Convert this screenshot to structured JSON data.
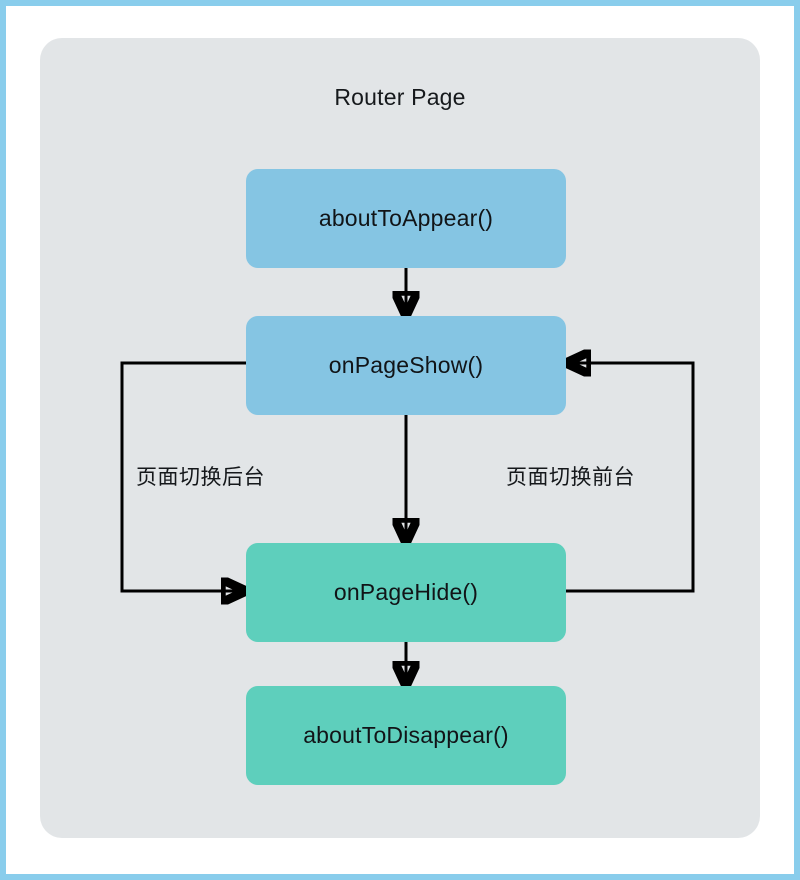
{
  "diagram": {
    "title": "Router Page",
    "type": "flowchart",
    "panel_color": "#e2e5e7",
    "border_color": "#89cdec",
    "nodes": [
      {
        "id": "about-to-appear",
        "label": "aboutToAppear()",
        "color": "#85c5e3",
        "group": "appear"
      },
      {
        "id": "on-page-show",
        "label": "onPageShow()",
        "color": "#85c5e3",
        "group": "appear"
      },
      {
        "id": "on-page-hide",
        "label": "onPageHide()",
        "color": "#5ecfbc",
        "group": "disappear"
      },
      {
        "id": "about-to-disappear",
        "label": "aboutToDisappear()",
        "color": "#5ecfbc",
        "group": "disappear"
      }
    ],
    "edges": [
      {
        "from": "about-to-appear",
        "to": "on-page-show",
        "label": "",
        "direction": "down"
      },
      {
        "from": "on-page-show",
        "to": "on-page-hide",
        "label": "",
        "direction": "down"
      },
      {
        "from": "on-page-show",
        "to": "on-page-hide",
        "label": "页面切换后台",
        "direction": "left-loop"
      },
      {
        "from": "on-page-hide",
        "to": "on-page-show",
        "label": "页面切换前台",
        "direction": "right-loop"
      },
      {
        "from": "on-page-hide",
        "to": "about-to-disappear",
        "label": "",
        "direction": "down"
      }
    ],
    "labels": {
      "to_background": "页面切换后台",
      "to_foreground": "页面切换前台"
    }
  }
}
